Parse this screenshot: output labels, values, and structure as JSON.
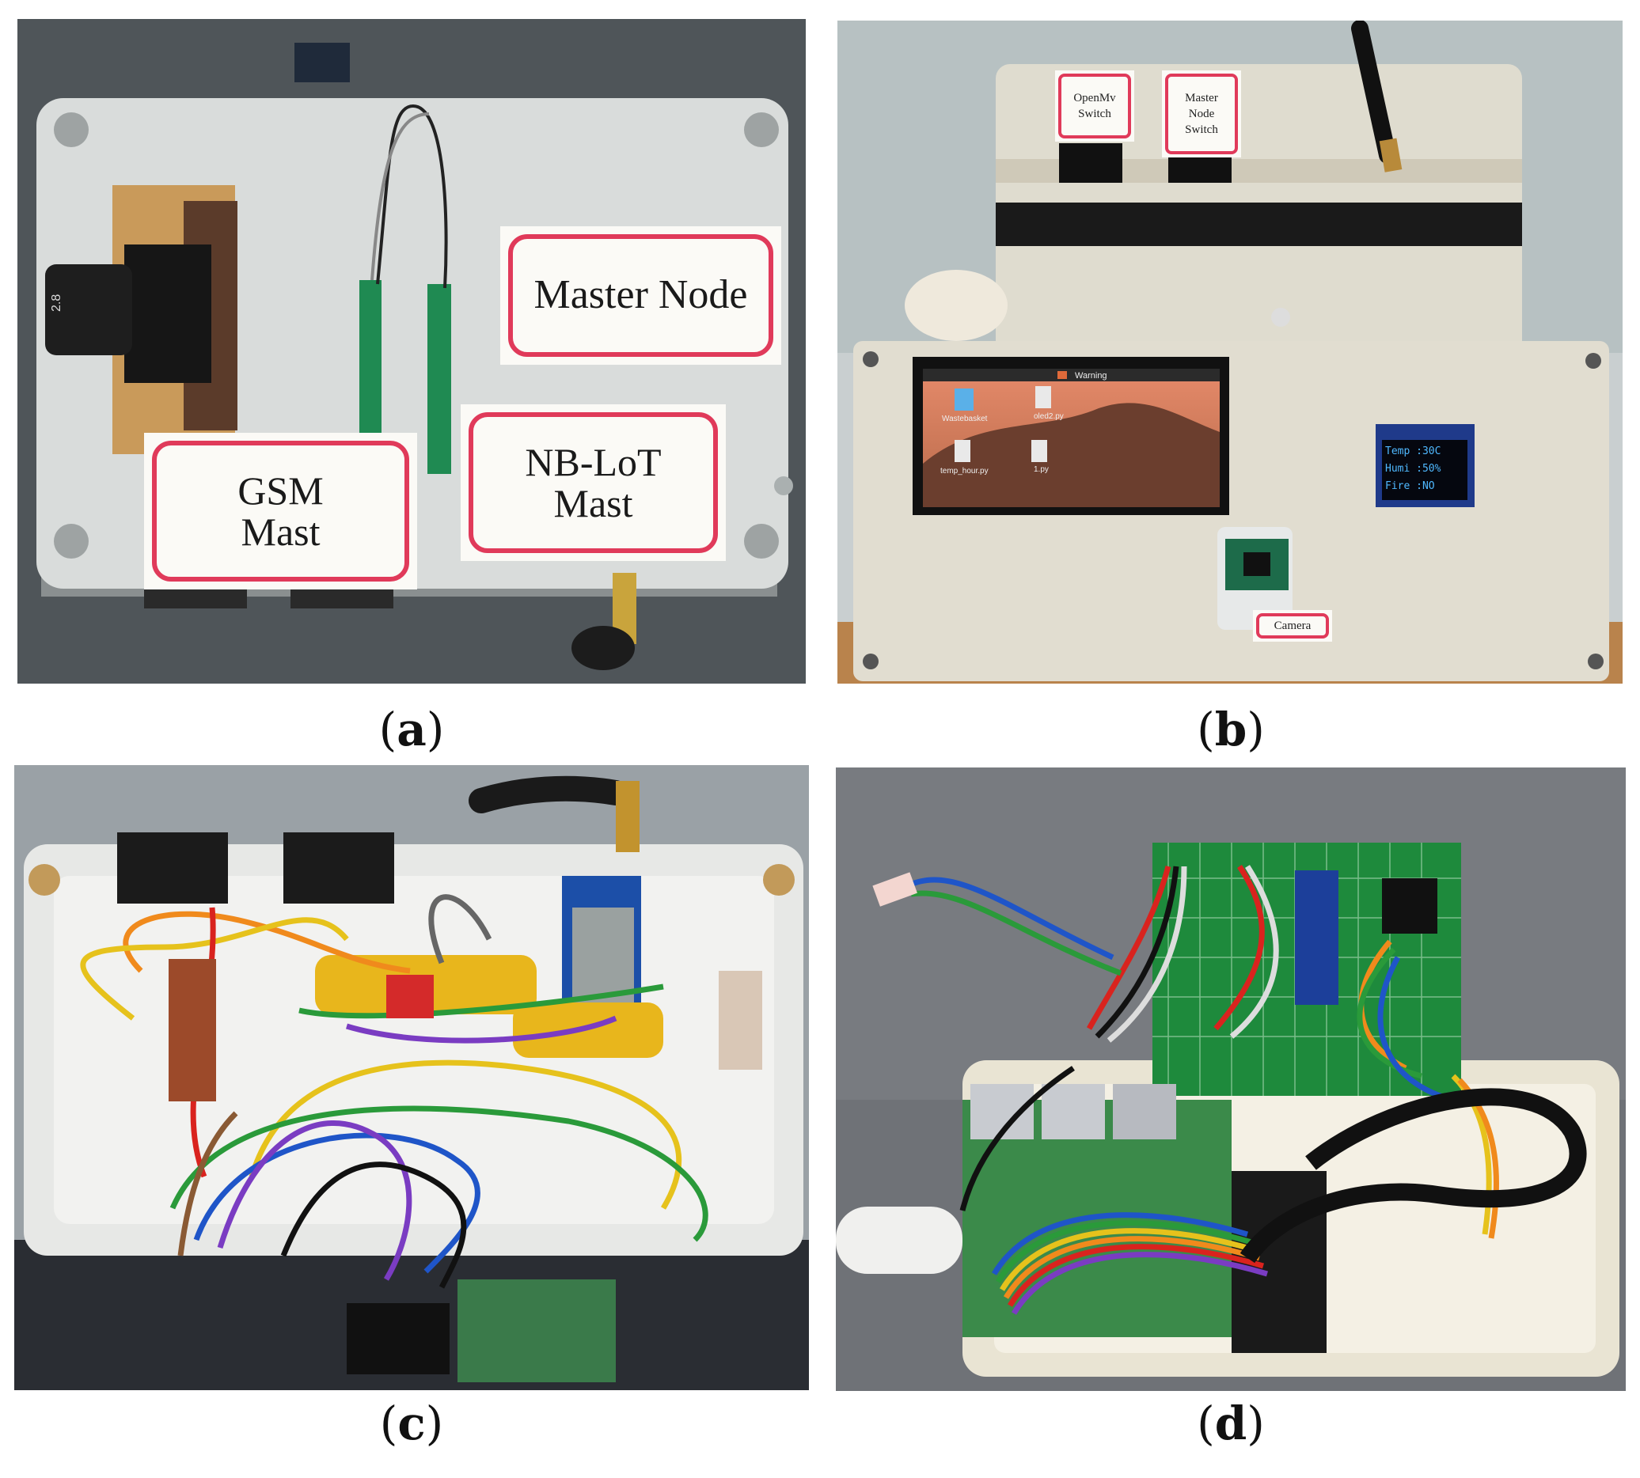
{
  "panels": {
    "a": {
      "caption": "a",
      "labels": {
        "master_node": "Master Node",
        "nb_iot": "NB-LoT\nMast",
        "gsm": "GSM\nMast",
        "lens": "2.8"
      }
    },
    "b": {
      "caption": "b",
      "labels": {
        "openmv": "OpenMv\nSwitch",
        "master_switch": "Master\nNode\nSwitch",
        "camera": "Camera"
      },
      "screen": {
        "warning": "Warning",
        "files": [
          "Wastebasket",
          "oled2.py",
          "temp_hour.py",
          "1.py"
        ]
      },
      "oled": [
        "Temp :30C",
        "Humi :50%",
        "Fire :NO"
      ]
    },
    "c": {
      "caption": "c"
    },
    "d": {
      "caption": "d"
    }
  }
}
